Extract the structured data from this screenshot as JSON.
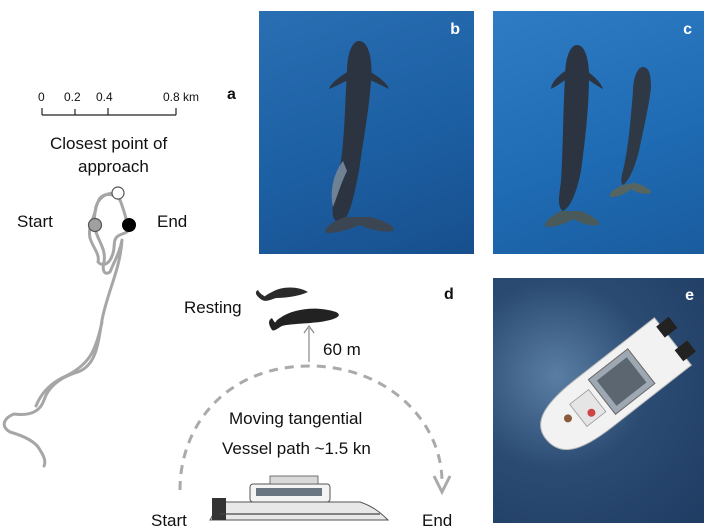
{
  "panel_a": {
    "letter": "a",
    "scale_ticks": [
      "0",
      "0.2",
      "0.4",
      "0.8 km"
    ],
    "closest_point_line1": "Closest point of",
    "closest_point_line2": "approach",
    "start_label": "Start",
    "end_label": "End"
  },
  "panel_b": {
    "letter": "b"
  },
  "panel_c": {
    "letter": "c"
  },
  "panel_d": {
    "letter": "d",
    "resting_label": "Resting",
    "distance_label": "60 m",
    "moving_line1": "Moving tangential",
    "moving_line2": "Vessel path ~1.5 kn",
    "start_label": "Start",
    "end_label": "End"
  },
  "panel_e": {
    "letter": "e"
  },
  "colors": {
    "track": "#a6a6a6",
    "ocean_b": "#1c5fa3",
    "ocean_c": "#1f6cb5",
    "ocean_e": "#1f3c63",
    "start_marker": "#a0a0a0",
    "end_marker": "#000000",
    "cpa_marker": "#ffffff"
  }
}
